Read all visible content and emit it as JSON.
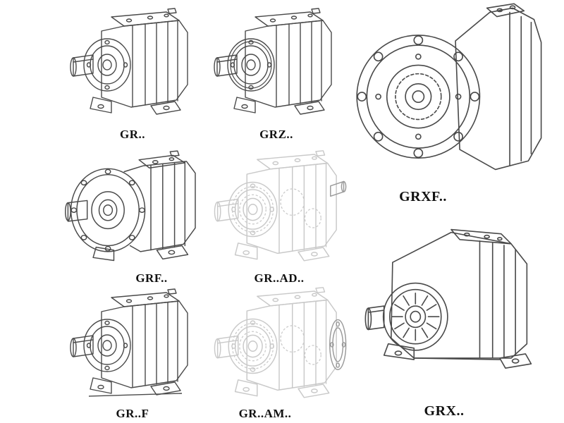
{
  "figures": [
    {
      "id": "gr",
      "label": "GR.."
    },
    {
      "id": "grz",
      "label": "GRZ.."
    },
    {
      "id": "grxf",
      "label": "GRXF.."
    },
    {
      "id": "grf",
      "label": "GRF.."
    },
    {
      "id": "gr-ad",
      "label": "GR..AD.."
    },
    {
      "id": "gr-f",
      "label": "GR..F"
    },
    {
      "id": "gr-am",
      "label": "GR..AM.."
    },
    {
      "id": "grx",
      "label": "GRX.."
    }
  ],
  "colors": {
    "line": "#4a4a4a",
    "ghost_line": "#c9c9c9",
    "attachment_line": "#9a9a9a",
    "label_text": "#111111",
    "background": "#ffffff"
  }
}
